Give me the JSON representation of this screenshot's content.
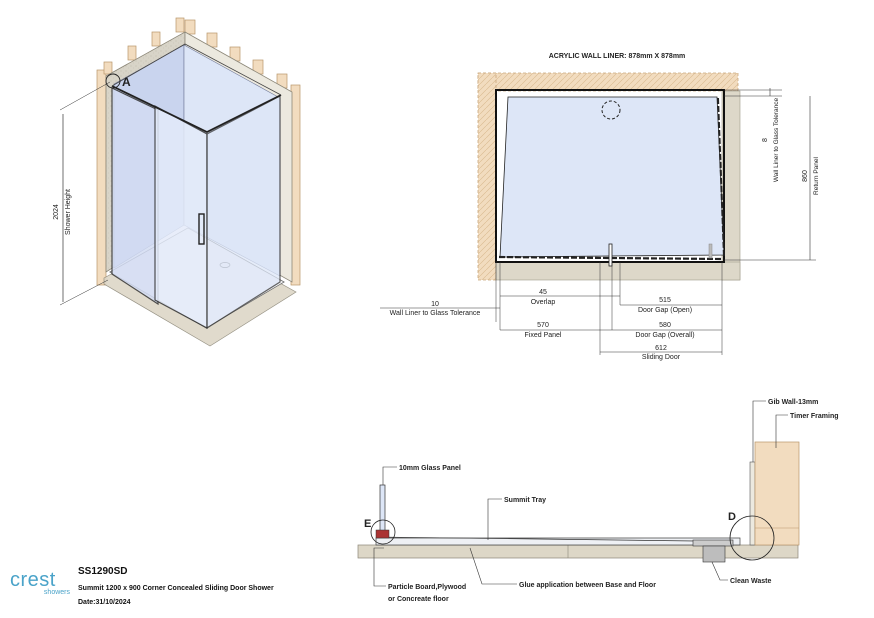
{
  "iso_view": {
    "height_value": "2024",
    "height_label": "Shower Height",
    "marker_a": "A"
  },
  "plan_view": {
    "title": "ACRYLIC WALL LINER: 878mm X 878mm",
    "dim_10": "10",
    "dim_10_label": "Wall Liner to Glass Tolerance",
    "dim_45": "45",
    "dim_45_label": "Overlap",
    "dim_515": "515",
    "dim_515_label": "Door Gap (Open)",
    "dim_570": "570",
    "dim_570_label": "Fixed Panel",
    "dim_580": "580",
    "dim_580_label": "Door Gap (Overall)",
    "dim_612": "612",
    "dim_612_label": "Sliding Door",
    "dim_8": "8",
    "dim_8_label": "Wall Liner to Glass Tolerance",
    "dim_860": "860",
    "dim_860_label": "Return Panel"
  },
  "section_view": {
    "glass_panel": "10mm Glass Panel",
    "summit_tray": "Summit Tray",
    "gib_wall": "Gib Wall-13mm",
    "timber_framing": "Timer Framing",
    "marker_e": "E",
    "marker_d": "D",
    "particle_board_1": "Particle Board,Plywood",
    "particle_board_2": "or Concreate floor",
    "glue": "Glue application between Base and Floor",
    "clean_waste": "Clean Waste"
  },
  "title_block": {
    "brand": "crest",
    "brand_sub": "showers",
    "code": "SS1290SD",
    "description": "Summit 1200 x 900 Corner Concealed Sliding Door Shower",
    "date": "Date:31/10/2024"
  },
  "colors": {
    "timber": "#f2dcbf",
    "timber_line": "#c9a77d",
    "glass": "#dde6f7",
    "glass_deep": "#c9d4ee",
    "plaster": "#d8d4c8",
    "floor": "#ddd7c7",
    "brand": "#4aa3c9"
  }
}
